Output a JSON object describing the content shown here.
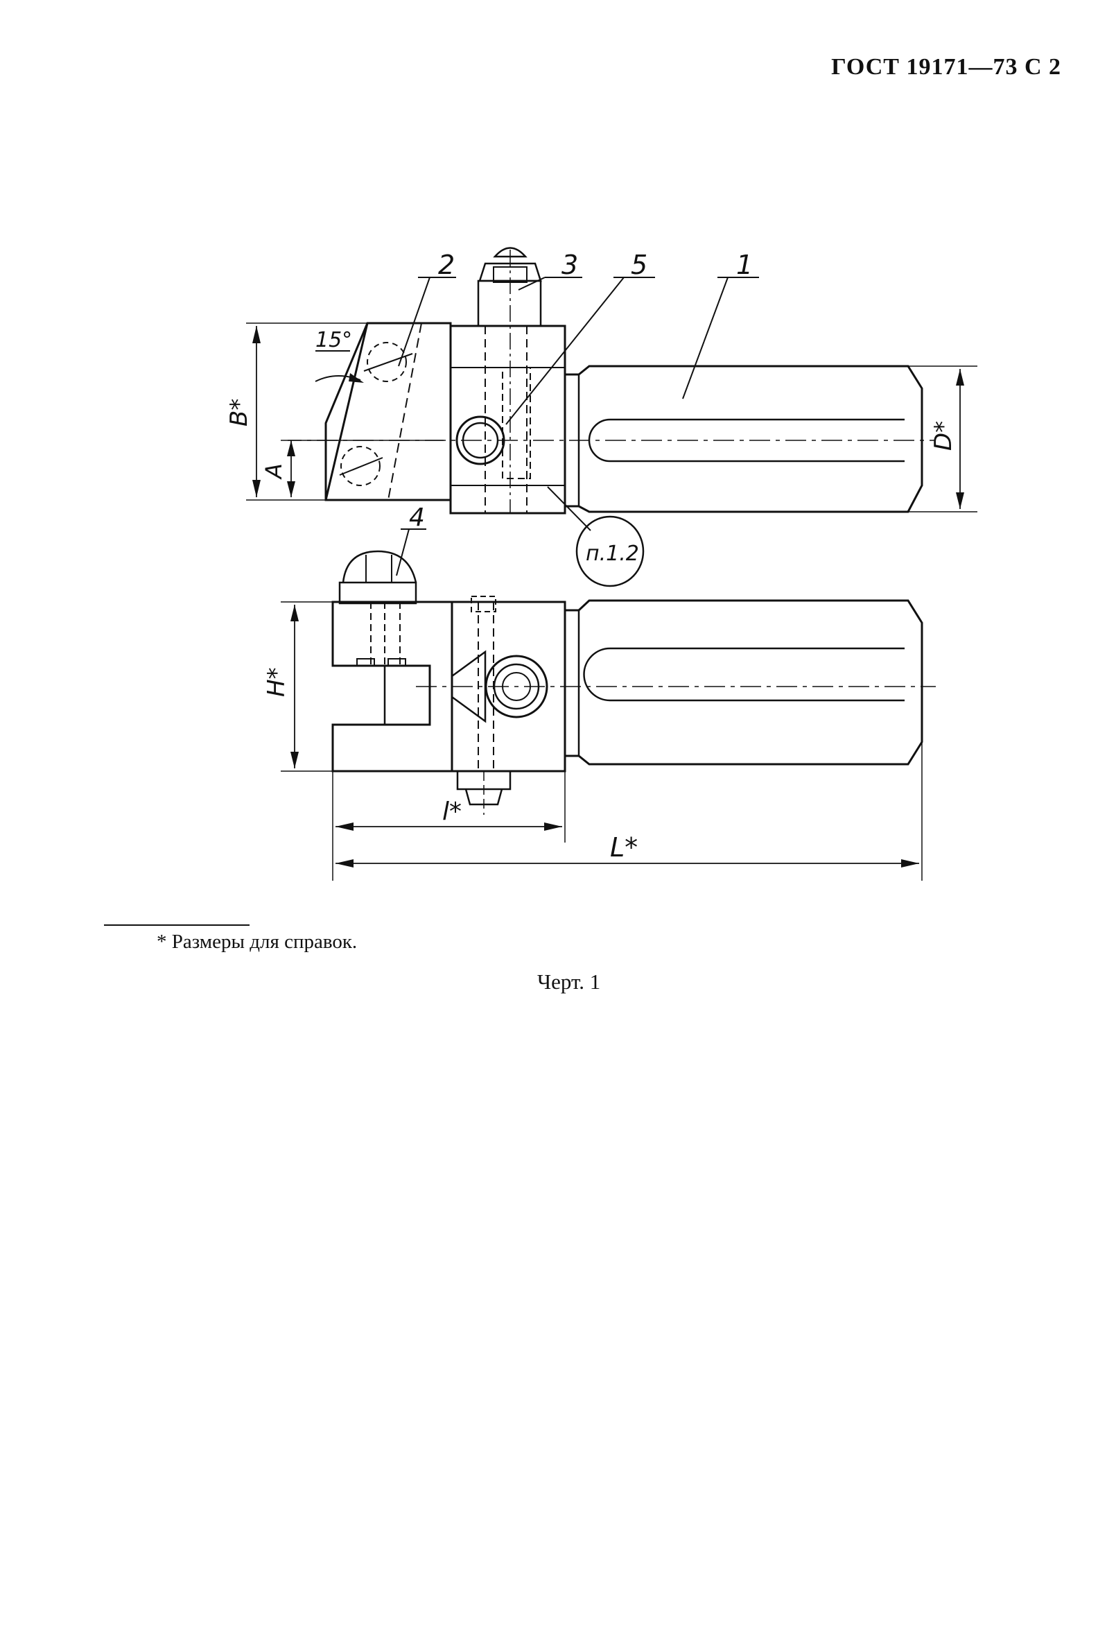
{
  "header": {
    "doc_ref": "ГОСТ 19171—73 С 2"
  },
  "drawing": {
    "callouts": [
      "1",
      "2",
      "3",
      "4",
      "5"
    ],
    "angle_label": "15°",
    "section_ref": "п.1.2",
    "dimensions": {
      "B": "B*",
      "A": "A",
      "D": "D*",
      "H": "H*",
      "l": "l*",
      "L": "L*"
    }
  },
  "footnote": "* Размеры для справок.",
  "caption": "Черт. 1"
}
